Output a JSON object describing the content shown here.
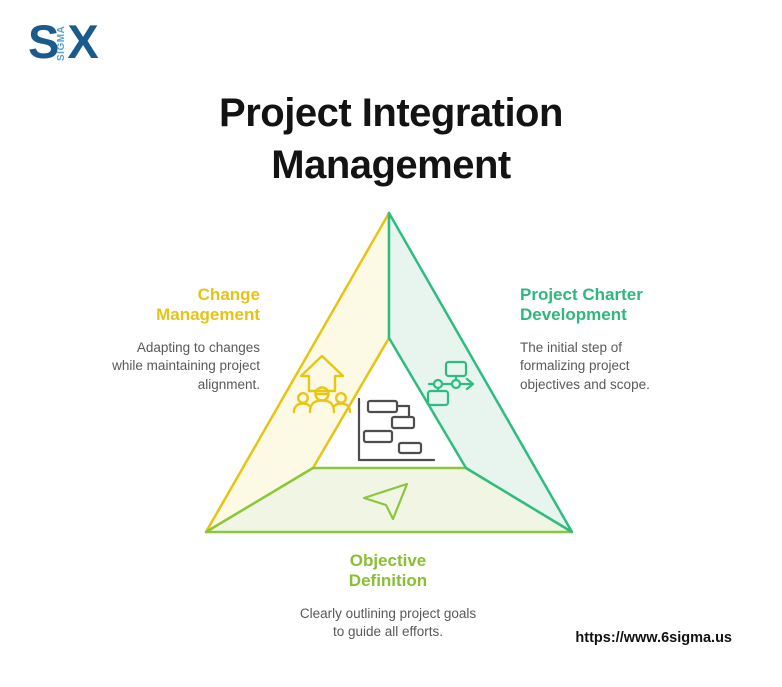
{
  "logo": {
    "part1": "S",
    "part2": "SIGMA",
    "part3": "X",
    "dark_blue": "#1a5b8d",
    "light_blue": "#58a3cb"
  },
  "title": "Project Integration Management",
  "sections": {
    "change": {
      "heading": "Change Management",
      "description": "Adapting to changes while maintaining project alignment.",
      "accent_color": "#e7c412",
      "fill_color": "#fcf9e5",
      "icon": "people-growth-icon"
    },
    "charter": {
      "heading": "Project Charter Development",
      "description": "The initial step of formalizing project objectives and scope.",
      "accent_color": "#2db87c",
      "fill_color": "#e7f5ee",
      "icon": "flowchart-icon"
    },
    "objective": {
      "heading": "Objective Definition",
      "description": "Clearly outlining project goals to guide all efforts.",
      "accent_color": "#8abf33",
      "fill_color": "#f0f6e3",
      "icon": "paper-plane-icon"
    }
  },
  "center_icon": "gantt-chart-icon",
  "body_text_color": "#58595b",
  "footer_url": "https://www.6sigma.us"
}
